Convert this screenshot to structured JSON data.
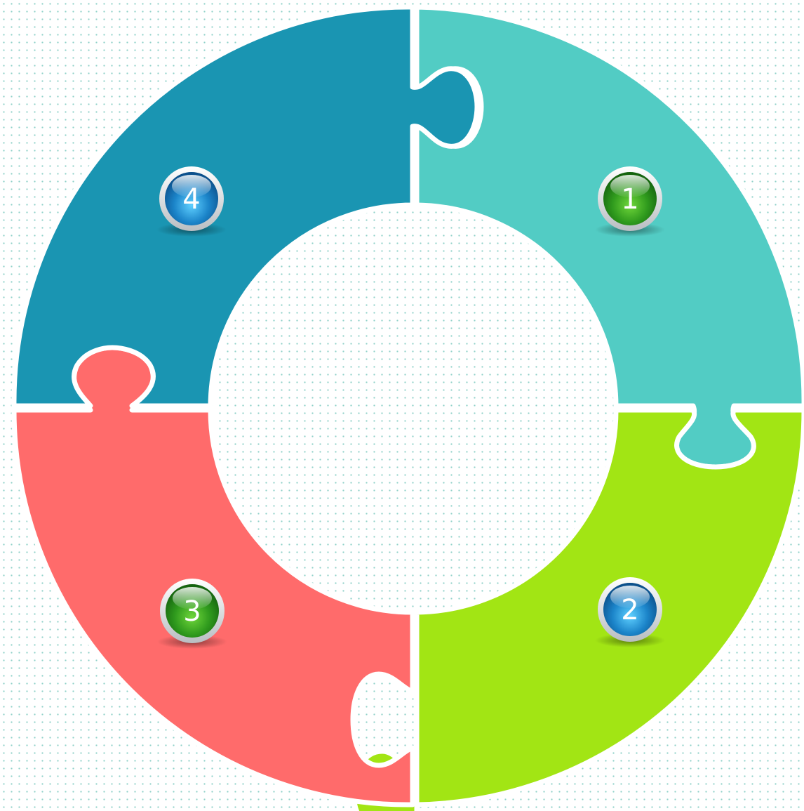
{
  "diagram": {
    "title": "",
    "segments": [
      {
        "id": "segment-1",
        "label": "1",
        "color": "#52ccc4",
        "badge_style": "green-gem"
      },
      {
        "id": "segment-2",
        "label": "2",
        "color": "#a2e514",
        "badge_style": "blue-gem"
      },
      {
        "id": "segment-3",
        "label": "3",
        "color": "#ff6b6b",
        "badge_style": "green-gem"
      },
      {
        "id": "segment-4",
        "label": "4",
        "color": "#1a95b2",
        "badge_style": "blue-gem"
      }
    ],
    "center_fill": "dotted-background",
    "piece_outline_color": "#ffffff"
  }
}
